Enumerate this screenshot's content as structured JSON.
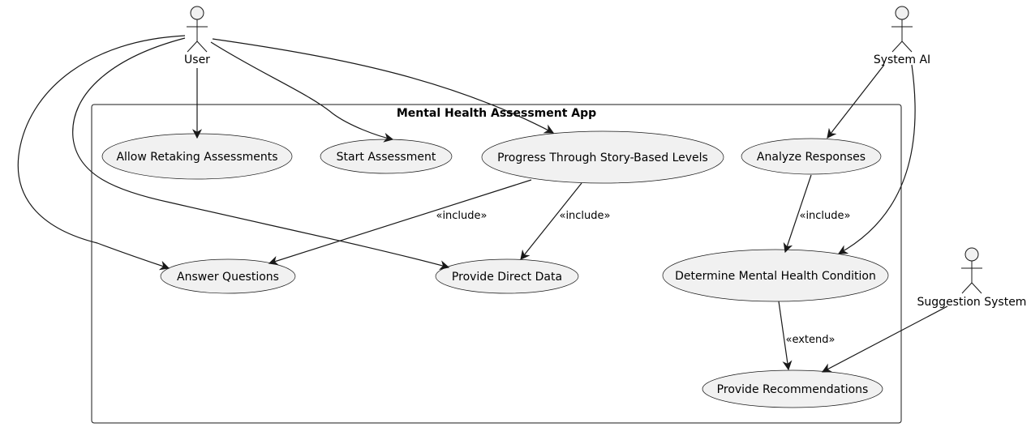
{
  "system": {
    "title": "Mental Health Assessment App"
  },
  "actors": {
    "user": "User",
    "system_ai": "System AI",
    "suggestion_system": "Suggestion System"
  },
  "usecases": {
    "allow_retaking": "Allow Retaking Assessments",
    "start_assessment": "Start Assessment",
    "progress_levels": "Progress Through Story-Based Levels",
    "analyze_responses": "Analyze Responses",
    "answer_questions": "Answer Questions",
    "provide_direct_data": "Provide Direct Data",
    "determine_condition": "Determine Mental Health Condition",
    "provide_recommendations": "Provide Recommendations"
  },
  "relations": {
    "include": "«include»",
    "extend": "«extend»"
  }
}
